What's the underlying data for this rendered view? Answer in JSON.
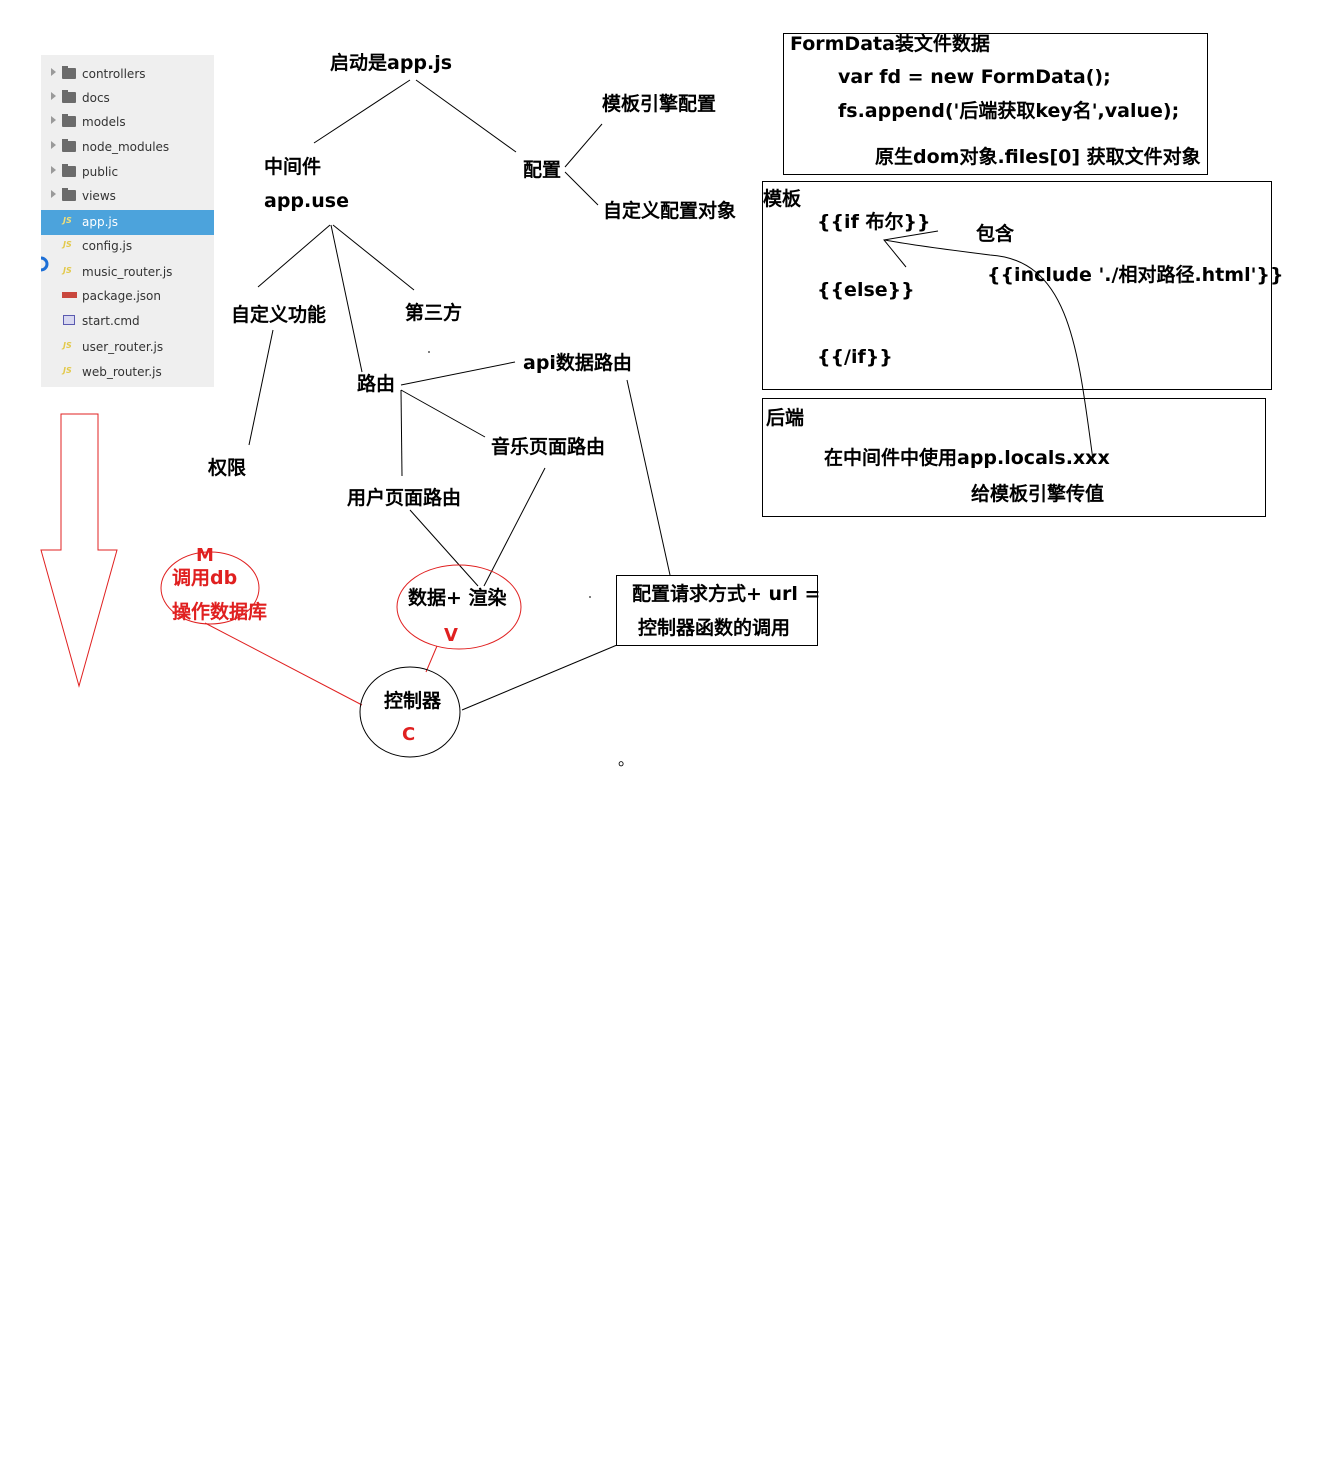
{
  "explorer": {
    "items": [
      {
        "label": "controllers",
        "type": "folder"
      },
      {
        "label": "docs",
        "type": "folder"
      },
      {
        "label": "models",
        "type": "folder"
      },
      {
        "label": "node_modules",
        "type": "folder"
      },
      {
        "label": "public",
        "type": "folder"
      },
      {
        "label": "views",
        "type": "folder"
      },
      {
        "label": "app.js",
        "type": "js",
        "active": true
      },
      {
        "label": "config.js",
        "type": "js"
      },
      {
        "label": "music_router.js",
        "type": "js"
      },
      {
        "label": "package.json",
        "type": "npm"
      },
      {
        "label": "start.cmd",
        "type": "cmd"
      },
      {
        "label": "user_router.js",
        "type": "js"
      },
      {
        "label": "web_router.js",
        "type": "js"
      }
    ],
    "active_color": "#4ca3dc",
    "js_icon_text": "JS"
  },
  "tree": {
    "root": "启动是app.js",
    "middleware": "中间件",
    "app_use": "app.use",
    "config": "配置",
    "template_engine_config": "模板引擎配置",
    "custom_config_object": "自定义配置对象",
    "custom_function": "自定义功能",
    "third_party": "第三方",
    "permission": "权限",
    "routing": "路由",
    "api_route": "api数据路由",
    "music_route": "音乐页面路由",
    "user_route": "用户页面路由",
    "data_render": "数据+ 渲染",
    "v_label": "V",
    "m_label": "M",
    "db_call": "调用db",
    "db_operate": "操作数据库",
    "controller": "控制器",
    "c_label": "C",
    "request_config_line1": "配置请求方式+ url =",
    "request_config_line2": "控制器函数的调用",
    "small_circle": "。"
  },
  "formdata_box": {
    "title": "FormData装文件数据",
    "line1": "var fd = new FormData();",
    "line2": "fs.append('后端获取key名',value);",
    "line3": "原生dom对象.files[0] 获取文件对象"
  },
  "template_box": {
    "title": "模板",
    "if_line": "{{if 布尔}}",
    "include_label": "包含",
    "include_line": "{{include './相对路径.html'}}",
    "else_line": "{{else}}",
    "endif_line": "{{/if}}"
  },
  "backend_box": {
    "title": "后端",
    "line1": "在中间件中使用app.locals.xxx",
    "line2": "给模板引擎传值"
  },
  "colors": {
    "red": "#e02020",
    "line": "#000000"
  }
}
